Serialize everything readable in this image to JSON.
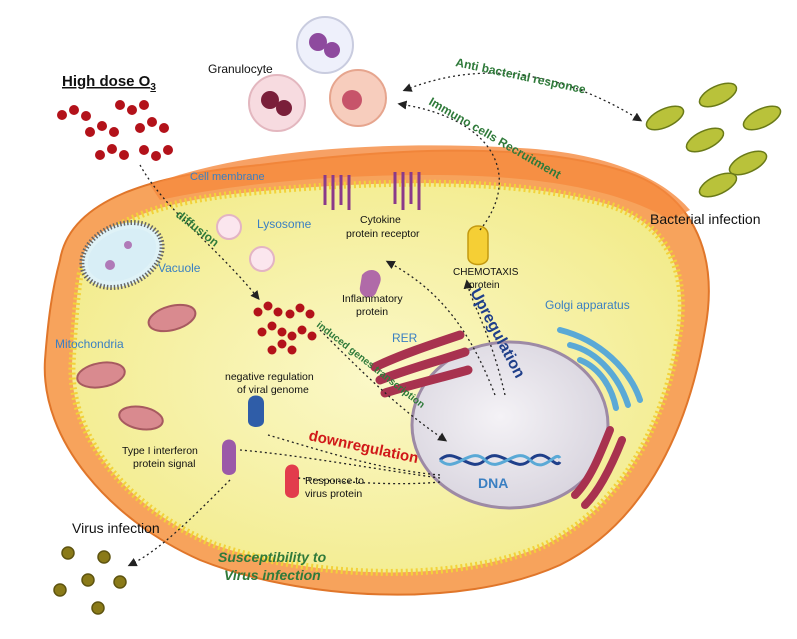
{
  "title": "High dose O",
  "title_subscript": "3",
  "labels": {
    "granulocyte": "Granulocyte",
    "cell_membrane": "Cell membrane",
    "lysosome": "Lysosome",
    "vacuole": "Vacuole",
    "mitochondria": "Mitochondria",
    "cytokine_receptor_1": "Cytokine",
    "cytokine_receptor_2": "protein receptor",
    "chemotaxis_1": "CHEMOTAXIS",
    "chemotaxis_2": "protein",
    "inflammatory_1": "Inflammatory",
    "inflammatory_2": "protein",
    "rer": "RER",
    "golgi": "Golgi apparatus",
    "neg_reg_1": "negative regulation",
    "neg_reg_2": "of viral genome",
    "interferon_1": "Type I interferon",
    "interferon_2": "protein signal",
    "responce_1": "Responce to",
    "responce_2": "virus protein",
    "dna": "DNA",
    "bacterial_infection": "Bacterial infection",
    "virus_infection": "Virus infection"
  },
  "arrow_labels": {
    "anti_bacterial": "Anti bacterial responce",
    "immuno_recruitment": "Immuno cells Recruitment",
    "diffusion": "diffusion",
    "upregulation": "Upregulation",
    "induced_genes": "induced genes transcription",
    "downregulation": "downregulation",
    "susceptibility_1": "Susceptibility to",
    "susceptibility_2": "Virus infection"
  },
  "colors": {
    "cytoplasm": "#f7f2a8",
    "membrane_outer": "#f7a35c",
    "membrane_bead": "#f4e07a",
    "ozone": "#b3121a",
    "nucleus": "#e6e3ea",
    "rer": "#a8324f",
    "golgi": "#5aa9d6",
    "mito": "#d98a8f",
    "label_blue": "#3a7fc2",
    "label_green": "#2f7a3a",
    "label_darkblue": "#1f3f8a",
    "label_red": "#d01818",
    "bacteria": "#b9c23a",
    "virus": "#8a7a18"
  }
}
